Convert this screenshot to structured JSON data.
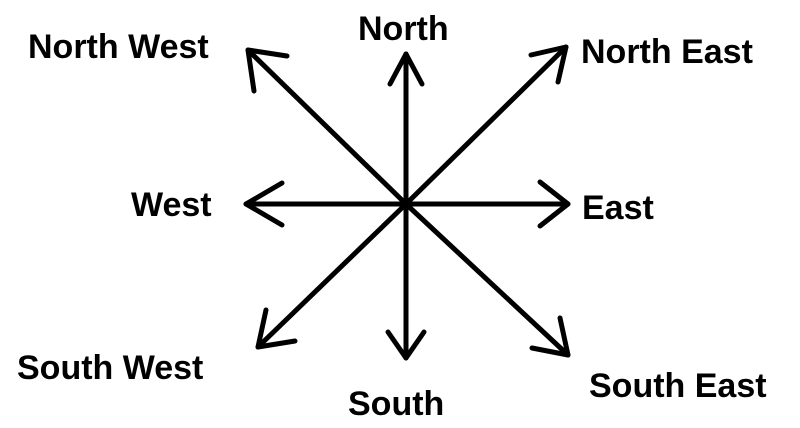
{
  "diagram": {
    "labels": {
      "north": "North",
      "north_east": "North East",
      "east": "East",
      "south_east": "South East",
      "south": "South",
      "south_west": "South West",
      "west": "West",
      "north_west": "North West"
    },
    "colors": {
      "background": "#ffffff",
      "ink": "#000000"
    }
  }
}
